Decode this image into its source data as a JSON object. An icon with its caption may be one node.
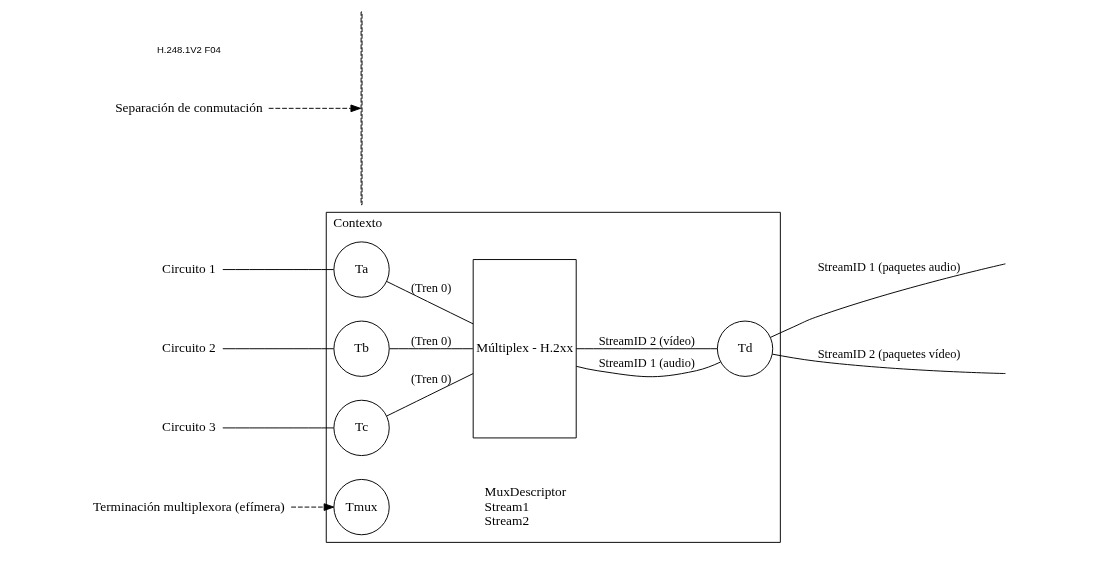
{
  "diagram": {
    "nodes": [
      {
        "text": [
          "Contexto"
        ]
      },
      {
        "text": [
          "Tmux"
        ],
        "in": 0,
        "beside": [
          "MuxDescriptor",
          "Stream1",
          "Stream2"
        ]
      },
      {
        "text": [
          "Múltiplex - H.2xx"
        ],
        "in": 0
      },
      {
        "text": [
          "Ta"
        ],
        "in": 0
      },
      {
        "text": [
          "Tb"
        ],
        "in": 0
      },
      {
        "text": [
          "Tc"
        ],
        "in": 0
      },
      {
        "text": [
          "Td"
        ],
        "in": 0
      },
      {
        "text": [
          "Circuito 1"
        ]
      },
      {
        "text": [
          "Circuito 2"
        ]
      },
      {
        "text": [
          "Circuito 3"
        ]
      },
      {
        "text": [
          "Terminación multiplexora (efímera)"
        ]
      },
      {
        "text": [],
        "shape": "line"
      },
      {
        "text": [
          "Separación de conmutación"
        ]
      }
    ],
    "edges": [
      {
        "from": 7,
        "to": 3,
        "arrow": "none"
      },
      {
        "from": 8,
        "to": 4,
        "arrow": "none"
      },
      {
        "from": 9,
        "to": 5,
        "arrow": "none"
      },
      {
        "from": 3,
        "to": 2,
        "arrow": "none",
        "label": "(Tren 0)"
      },
      {
        "from": 4,
        "to": 2,
        "arrow": "none",
        "label": "(Tren 0)"
      },
      {
        "from": 5,
        "to": 2,
        "arrow": "none",
        "label": "(Tren 0)"
      },
      {
        "from": 2,
        "to": 6,
        "arrow": "none",
        "label": "StreamID 1 (audio)"
      },
      {
        "from": 2,
        "to": 6,
        "arrow": "none",
        "label": "StreamID 2 (vídeo)"
      },
      {
        "from": 6,
        "to": null,
        "arrow": "none",
        "label": "StreamID 1 (paquetes audio)"
      },
      {
        "from": 6,
        "to": null,
        "arrow": "none",
        "label": "StreamID 2 (paquetes vídeo)"
      },
      {
        "from": 10,
        "to": 1,
        "arrow": "to",
        "style": "dashed"
      },
      {
        "from": 12,
        "to": 11,
        "arrow": "to",
        "style": "dashed"
      }
    ],
    "labels": [
      "H.248.1V2 F04"
    ]
  }
}
